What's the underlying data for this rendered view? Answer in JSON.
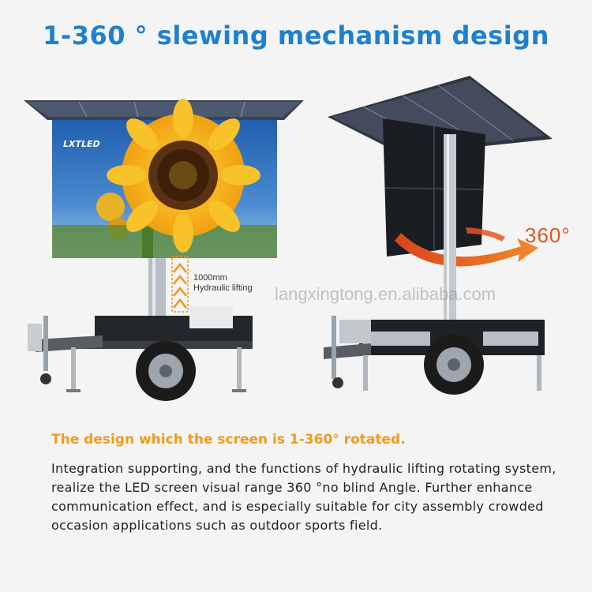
{
  "header": {
    "title": "1-360 ° slewing mechanism design"
  },
  "left_trailer": {
    "screen_logo": "LXTLED",
    "lift_label_line1": "1000mm",
    "lift_label_line2": "Hydraulic lifting"
  },
  "right_trailer": {
    "rotation_label": "360°"
  },
  "watermark": "langxingtong.en.alibaba.com",
  "description": {
    "headline": "The design which the screen is 1-360° rotated.",
    "body": "Integration supporting, and the functions of hydraulic lifting rotating system, realize the LED screen visual range 360 °no blind Angle. Further enhance communication effect, and is especially suitable for city assembly crowded occasion applications such as outdoor sports field."
  },
  "colors": {
    "title": "#1f7fd0",
    "headline": "#f29a1a",
    "rotation_arrow": "#e2571f",
    "body_text": "#222222"
  }
}
